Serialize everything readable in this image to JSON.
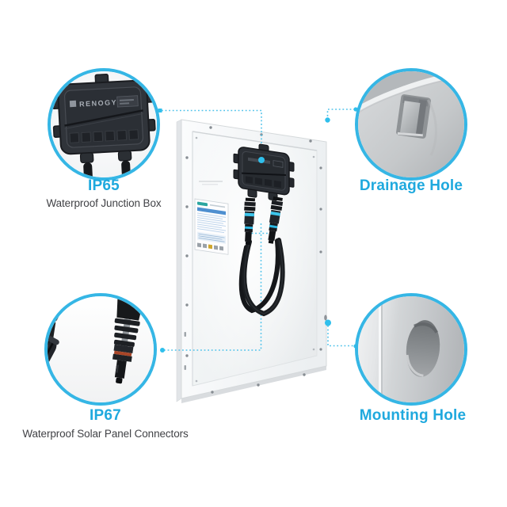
{
  "colors": {
    "accent_text": "#1fa9de",
    "circle_border": "#35b6e5",
    "dashed_line": "#4fc2ea",
    "subtitle_text": "#414246"
  },
  "callouts": {
    "junction_box": {
      "title": "IP65",
      "subtitle": "Waterproof Junction Box",
      "brand": "RENOGY",
      "icon": "junction-box-photo"
    },
    "drainage_hole": {
      "title": "Drainage Hole",
      "icon": "drainage-hole-photo"
    },
    "connectors": {
      "title": "IP67",
      "subtitle": "Waterproof Solar Panel Connectors",
      "icon": "mc4-connectors-photo"
    },
    "mounting_hole": {
      "title": "Mounting Hole",
      "icon": "mounting-hole-photo"
    }
  }
}
